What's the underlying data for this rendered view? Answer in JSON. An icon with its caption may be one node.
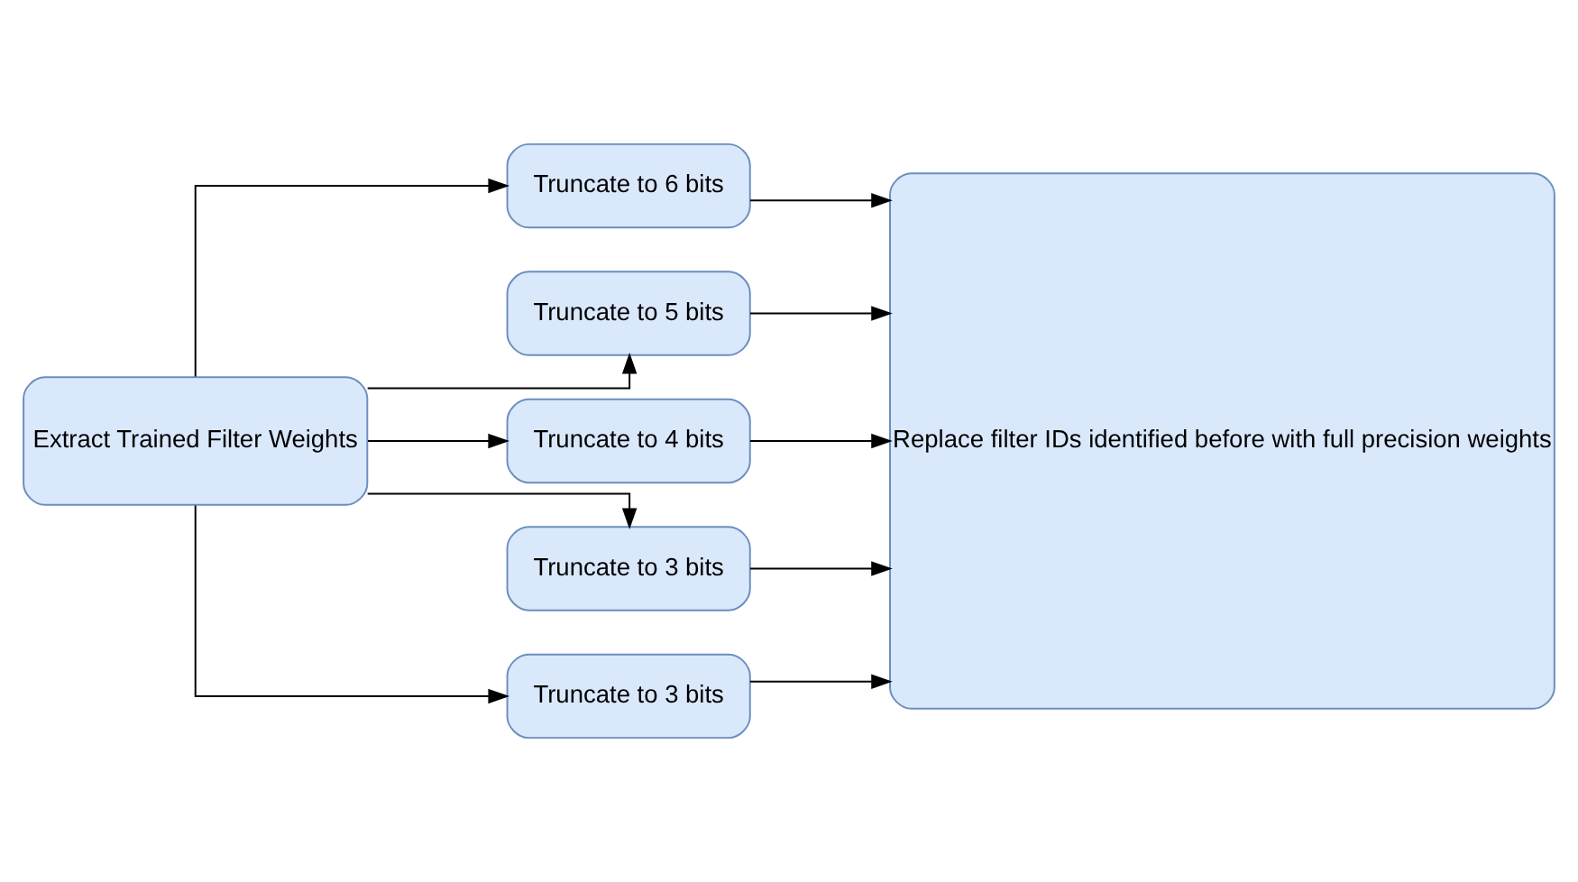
{
  "diagram": {
    "nodes": [
      {
        "text": [
          "Extract Trained Filter Weights"
        ]
      },
      {
        "text": [
          "Truncate to 6 bits"
        ]
      },
      {
        "text": [
          "Truncate to 5 bits"
        ]
      },
      {
        "text": [
          "Truncate to 4 bits"
        ]
      },
      {
        "text": [
          "Truncate to 3 bits"
        ]
      },
      {
        "text": [
          "Truncate to 3 bits"
        ]
      },
      {
        "text": [
          "Replace filter IDs identified before with full precision weights"
        ]
      }
    ],
    "edges": [
      {
        "from": 0,
        "to": 1,
        "arrow": "to"
      },
      {
        "from": 0,
        "to": 2,
        "arrow": "to"
      },
      {
        "from": 0,
        "to": 3,
        "arrow": "to"
      },
      {
        "from": 0,
        "to": 4,
        "arrow": "to"
      },
      {
        "from": 0,
        "to": 5,
        "arrow": "to"
      },
      {
        "from": 1,
        "to": 6,
        "arrow": "to"
      },
      {
        "from": 2,
        "to": 6,
        "arrow": "to"
      },
      {
        "from": 3,
        "to": 6,
        "arrow": "to"
      },
      {
        "from": 4,
        "to": 6,
        "arrow": "to"
      },
      {
        "from": 5,
        "to": 6,
        "arrow": "to"
      }
    ]
  }
}
